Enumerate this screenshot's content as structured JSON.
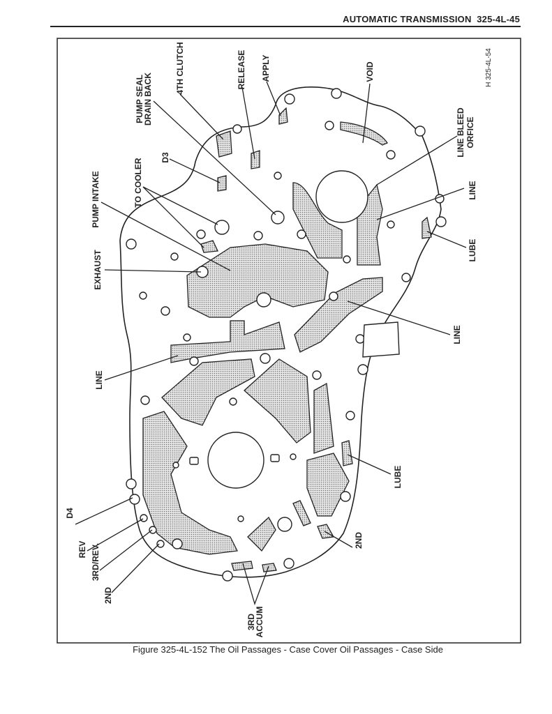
{
  "header": {
    "title": "AUTOMATIC TRANSMISSION",
    "page": "325-4L-45"
  },
  "figure": {
    "id_tag": "H 325-4L-54",
    "caption": "Figure 325-4L-152 The Oil Passages - Case Cover Oil Passages - Case Side",
    "labels": {
      "pump_seal": "PUMP SEAL",
      "drain_back": "DRAIN BACK",
      "fourth_clutch": "4TH CLUTCH",
      "release": "RELEASE",
      "apply": "APPLY",
      "void": "VOID",
      "line_bleed": "LINE BLEED",
      "orfice": "ORFICE",
      "line_upper_right": "LINE",
      "lube_upper_right": "LUBE",
      "d3": "D3",
      "to_cooler": "TO COOLER",
      "pump_intake": "PUMP INTAKE",
      "exhaust": "EXHAUST",
      "line_left": "LINE",
      "line_right": "LINE",
      "lube_lower": "LUBE",
      "second_right": "2ND",
      "d4": "D4",
      "rev": "REV",
      "third_rev": "3RD/REV.",
      "second_left": "2ND",
      "third": "3RD",
      "accum": "ACCUM"
    }
  }
}
